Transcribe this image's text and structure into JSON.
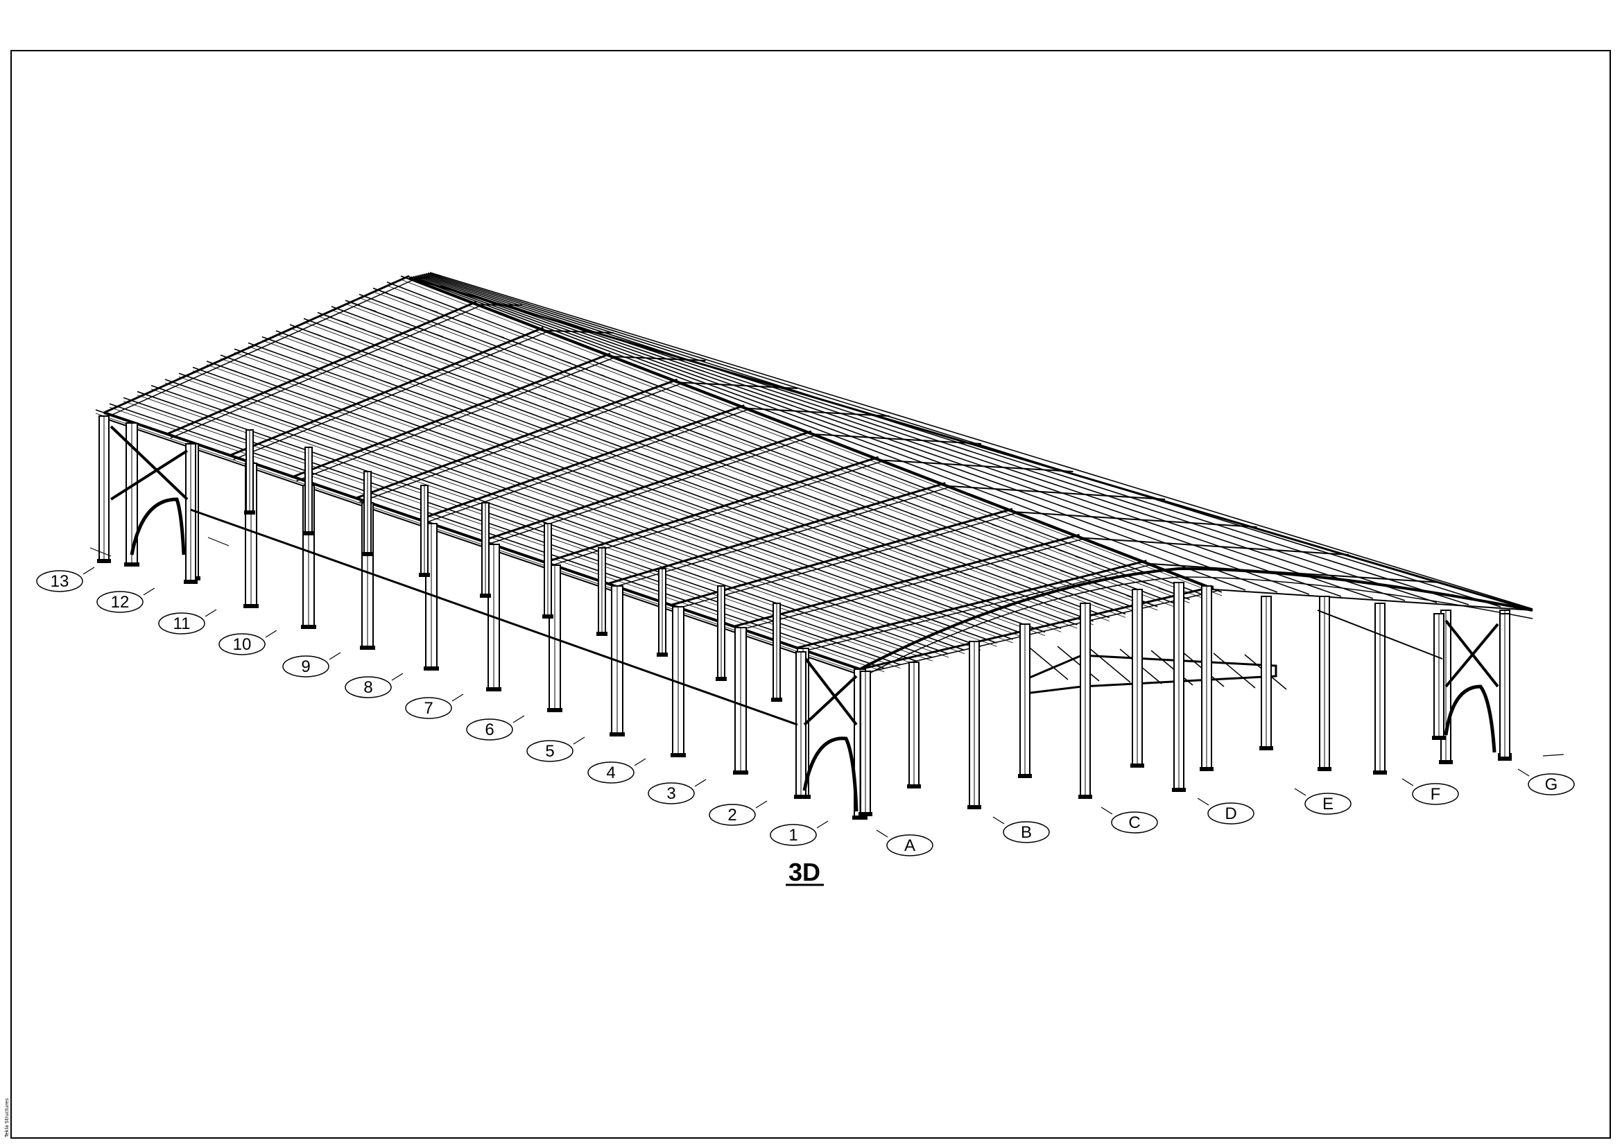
{
  "drawing": {
    "view_title": "3D",
    "side_note": "Tekla Structures"
  },
  "grid_rows": [
    "13",
    "12",
    "11",
    "10",
    "9",
    "8",
    "7",
    "6",
    "5",
    "4",
    "3",
    "2",
    "1"
  ],
  "grid_columns": [
    "A",
    "B",
    "C",
    "D",
    "E",
    "F",
    "G"
  ]
}
